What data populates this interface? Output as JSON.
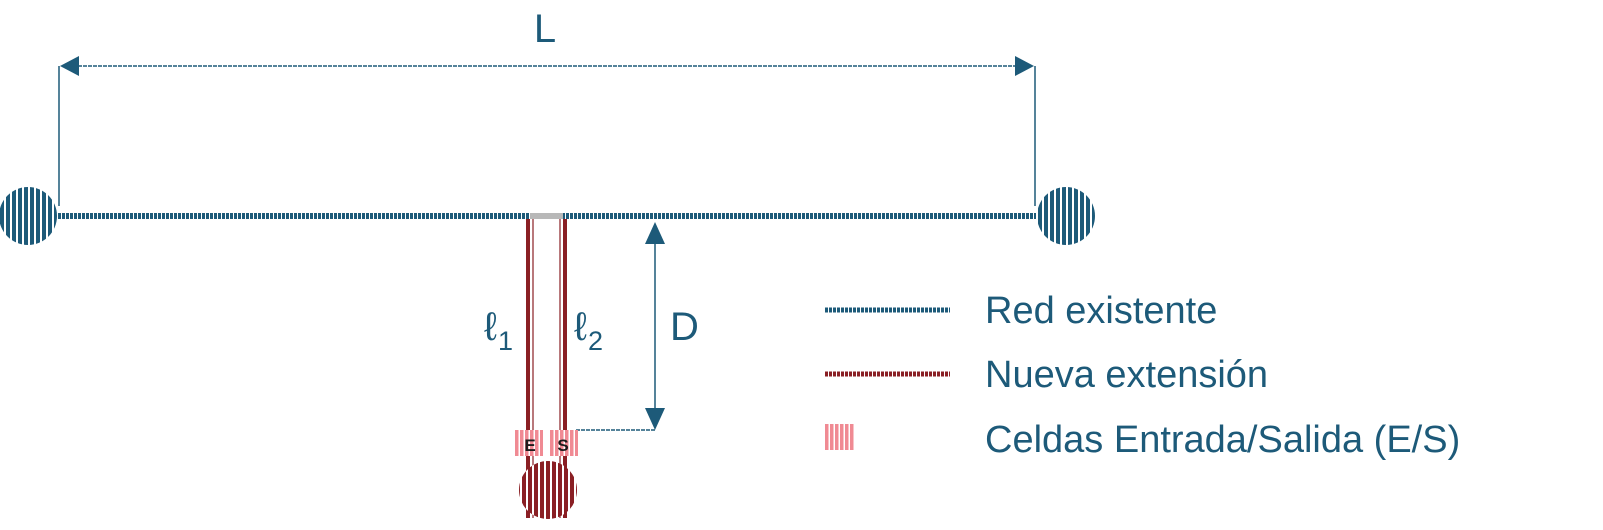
{
  "colors": {
    "existing_network": "#1d5a79",
    "new_extension": "#8a1f24",
    "io_cell": "#f08a93",
    "background": "#ffffff"
  },
  "dimensions": {
    "length_label": "L",
    "distance_label": "D",
    "l1_label": "ℓ",
    "l1_subscript": "1",
    "l2_label": "ℓ",
    "l2_subscript": "2"
  },
  "cells": {
    "entry_label": "E",
    "exit_label": "S"
  },
  "legend": {
    "items": [
      {
        "label": "Red existente",
        "swatch": "existing-line"
      },
      {
        "label": "Nueva extensión",
        "swatch": "new-line"
      },
      {
        "label": "Celdas Entrada/Salida (E/S)",
        "swatch": "hatched-cell"
      }
    ]
  }
}
